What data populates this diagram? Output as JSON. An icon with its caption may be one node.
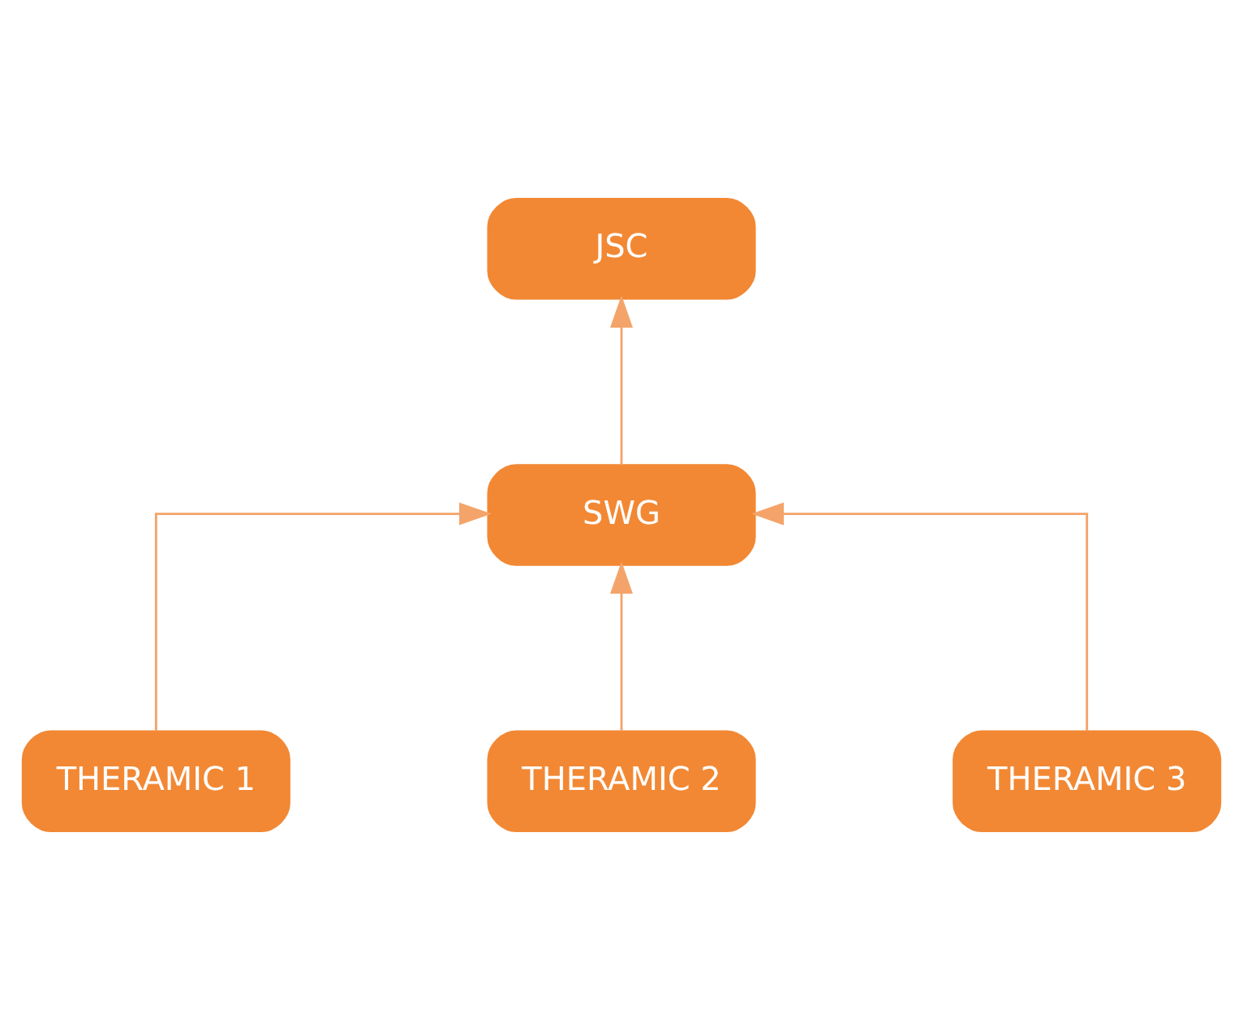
{
  "diagram": {
    "nodes": [
      {
        "text": [
          "JSC"
        ]
      },
      {
        "text": [
          "SWG"
        ]
      },
      {
        "text": [
          "THERAMIC 1"
        ]
      },
      {
        "text": [
          "THERAMIC 2"
        ]
      },
      {
        "text": [
          "THERAMIC 3"
        ]
      }
    ],
    "edges": [
      {
        "from": 1,
        "to": 0,
        "arrow": "to"
      },
      {
        "from": 2,
        "to": 1,
        "arrow": "to"
      },
      {
        "from": 3,
        "to": 1,
        "arrow": "to"
      },
      {
        "from": 4,
        "to": 1,
        "arrow": "to"
      }
    ]
  }
}
